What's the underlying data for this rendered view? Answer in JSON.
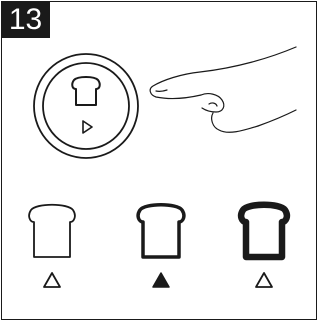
{
  "step": {
    "number": "13"
  },
  "colors": {
    "ink": "#1a1a1a",
    "background": "#ffffff"
  },
  "control": {
    "icons": [
      "toast-icon",
      "play-icon"
    ]
  },
  "levels": [
    {
      "name": "light",
      "indicator": "outline-triangle"
    },
    {
      "name": "medium",
      "indicator": "filled-triangle"
    },
    {
      "name": "dark",
      "indicator": "outline-triangle"
    }
  ]
}
